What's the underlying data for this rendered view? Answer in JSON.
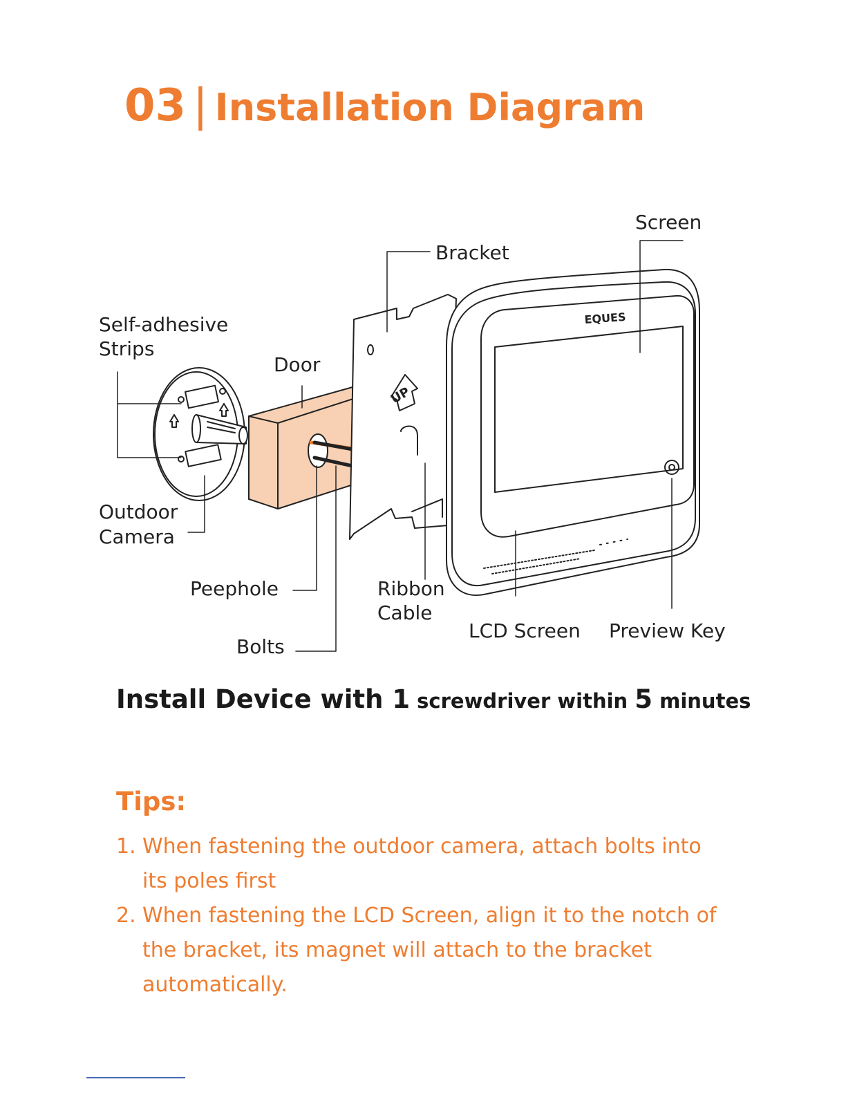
{
  "header": {
    "number": "03",
    "separator": "|",
    "title": "Installation Diagram"
  },
  "diagram": {
    "labels": {
      "self_adhesive": "Self-adhesive",
      "strips": "Strips",
      "door": "Door",
      "bracket": "Bracket",
      "screen": "Screen",
      "outdoor": "Outdoor",
      "camera": "Camera",
      "peephole": "Peephole",
      "bolts": "Bolts",
      "ribbon": "Ribbon",
      "cable": "Cable",
      "lcd_screen": "LCD Screen",
      "preview_key": "Preview Key"
    },
    "brand": "EQUES",
    "up_mark": "UP",
    "colors": {
      "door_fill": "#f8d1b4",
      "ribbon": "#ee7d31"
    }
  },
  "headline": {
    "part1": "Install Device with ",
    "num1": "1",
    "part2": " screwdriver within ",
    "num2": "5",
    "part3": " minutes"
  },
  "tips": {
    "title": "Tips:",
    "items": [
      {
        "num": "1.",
        "text": "When fastening the outdoor camera, attach bolts into its poles first"
      },
      {
        "num": "2.",
        "text": "When fastening the LCD Screen, align it to the notch of the bracket, its magnet will attach to the bracket automatically."
      }
    ]
  },
  "colors": {
    "accent": "#ee7d31",
    "text": "#222222"
  }
}
